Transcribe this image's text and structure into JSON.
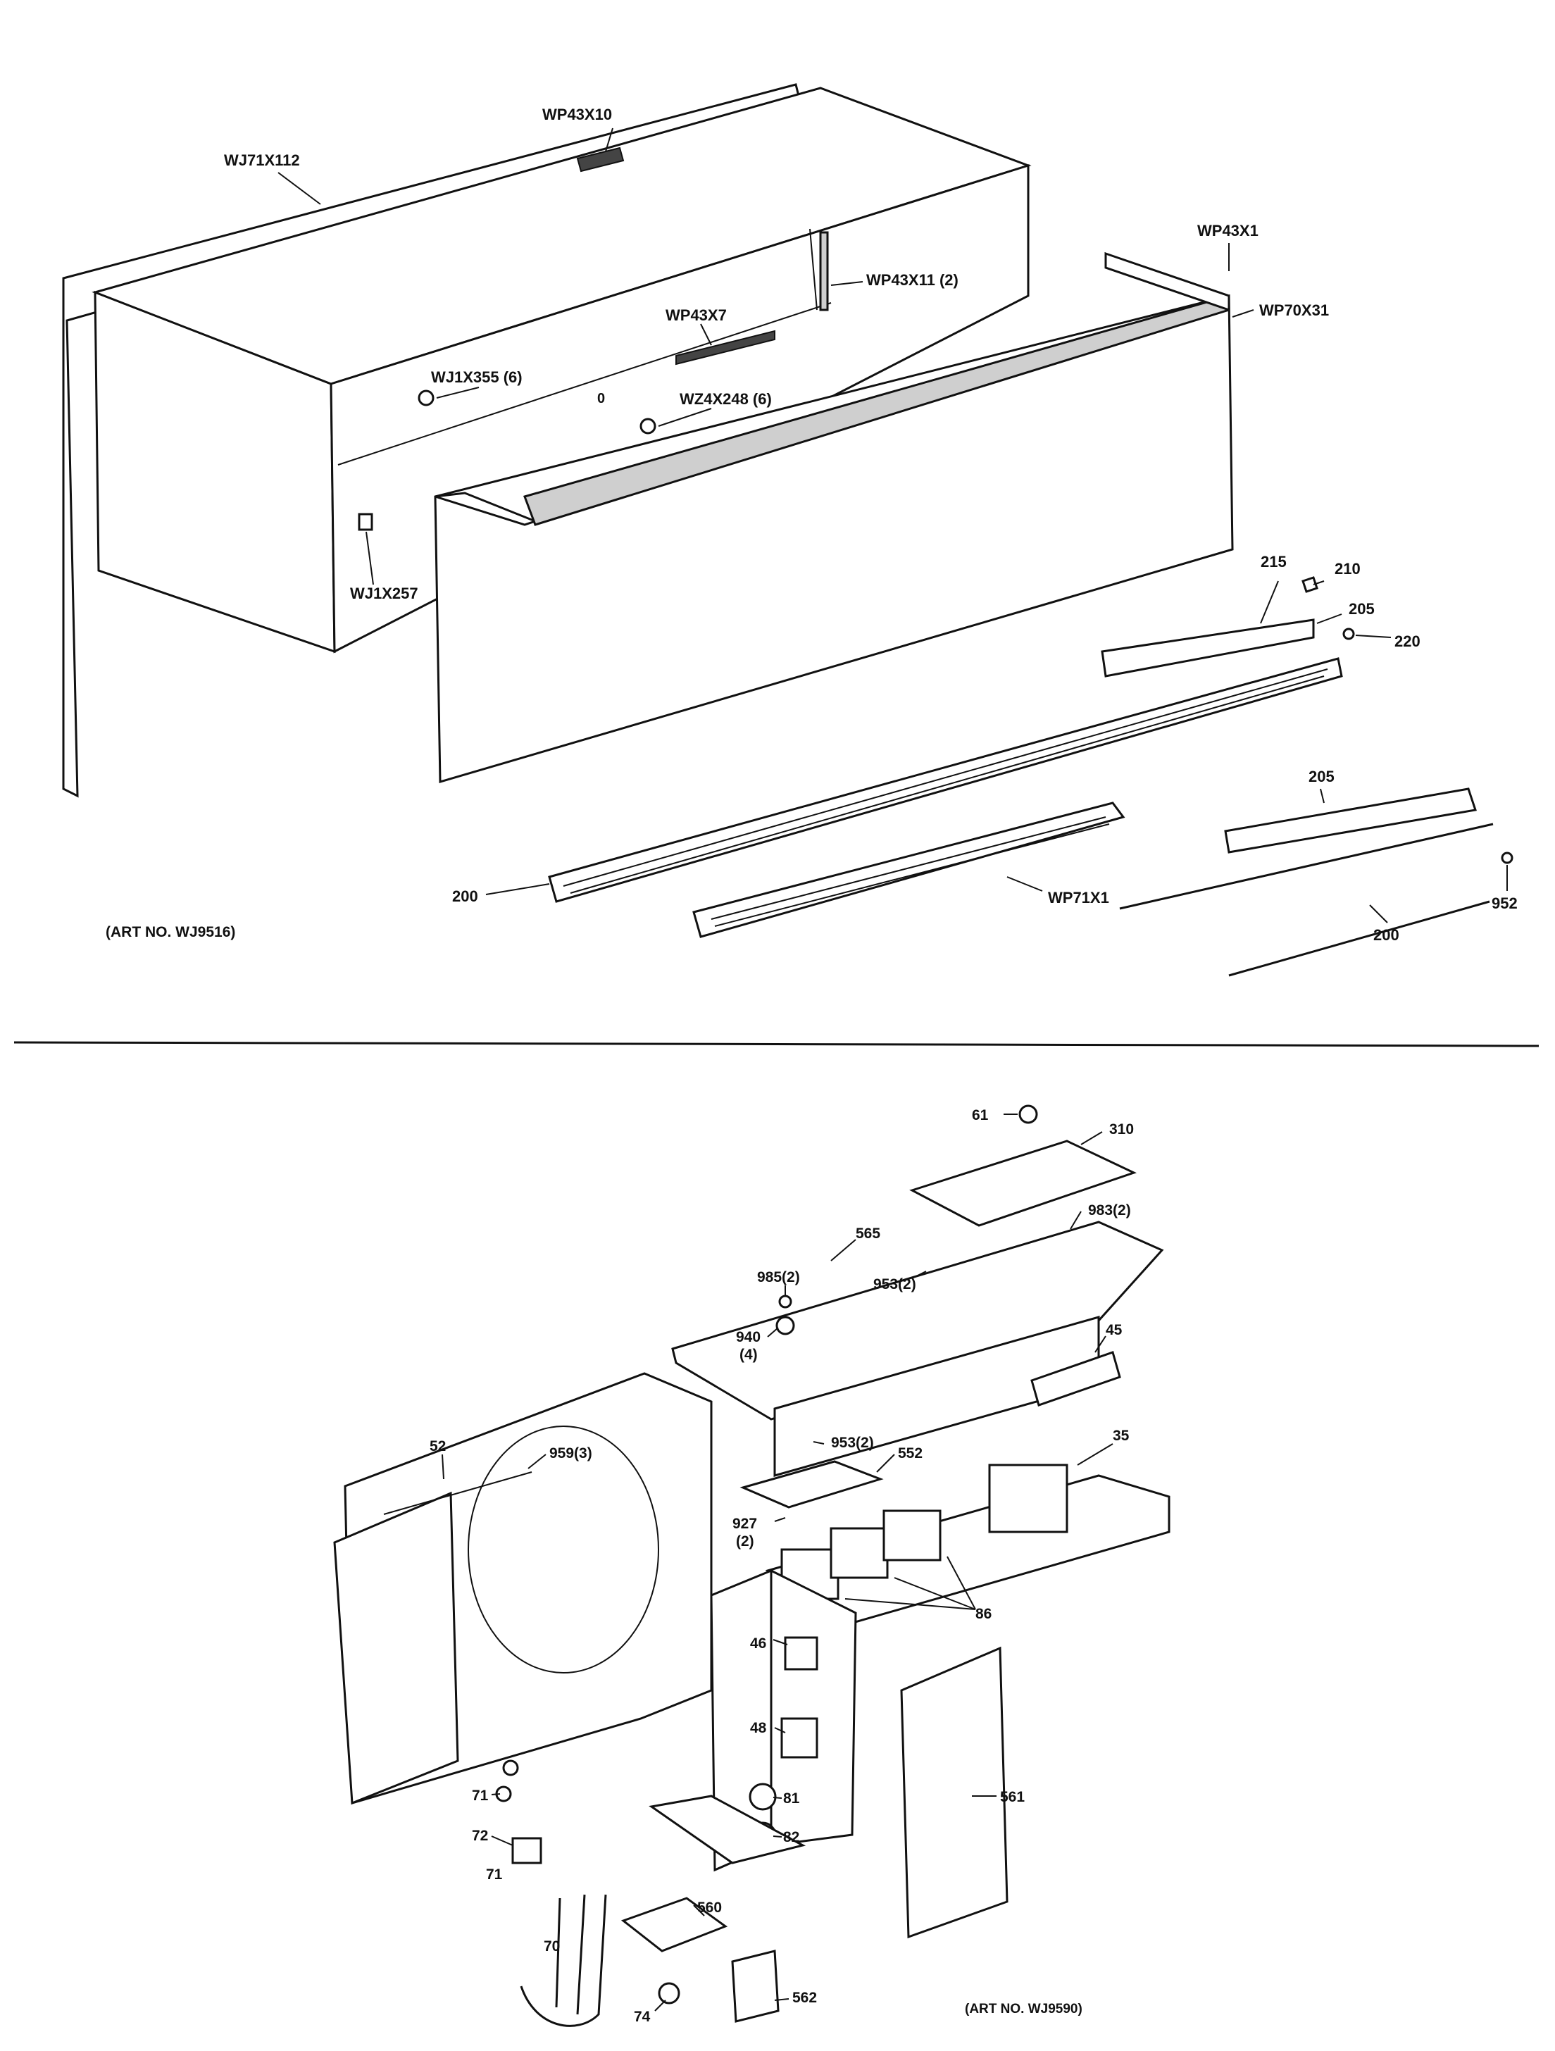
{
  "top_diagram": {
    "art_no": "(ART NO. WJ9516)",
    "labels": {
      "wp43x10": "WP43X10",
      "wj71x112": "WJ71X112",
      "wp43x1": "WP43X1",
      "wp43x11": "WP43X11 (2)",
      "wp70x31": "WP70X31",
      "wp43x7": "WP43X7",
      "wj1x355": "WJ1X355 (6)",
      "wz4x248": "WZ4X248 (6)",
      "wj1x257": "WJ1X257",
      "p215": "215",
      "p210": "210",
      "p205a": "205",
      "p220": "220",
      "p205b": "205",
      "p200a": "200",
      "wp71x1": "WP71X1",
      "p952": "952",
      "p200b": "200",
      "zero": "0"
    }
  },
  "bottom_diagram": {
    "art_no": "(ART NO. WJ9590)",
    "labels": {
      "p61": "61",
      "p310": "310",
      "p983": "983(2)",
      "p565": "565",
      "p985": "985(2)",
      "p953a": "953(2)",
      "p940": "940",
      "p940q": "(4)",
      "p45": "45",
      "p52": "52",
      "p959": "959(3)",
      "p953b": "953(2)",
      "p552": "552",
      "p35": "35",
      "p927": "927",
      "p927q": "(2)",
      "p86": "86",
      "p46": "46",
      "p48": "48",
      "p561": "561",
      "p71a": "71",
      "p81": "81",
      "p72": "72",
      "p82": "82",
      "p71b": "71",
      "p560": "560",
      "p70": "70",
      "p562": "562",
      "p74": "74"
    }
  }
}
